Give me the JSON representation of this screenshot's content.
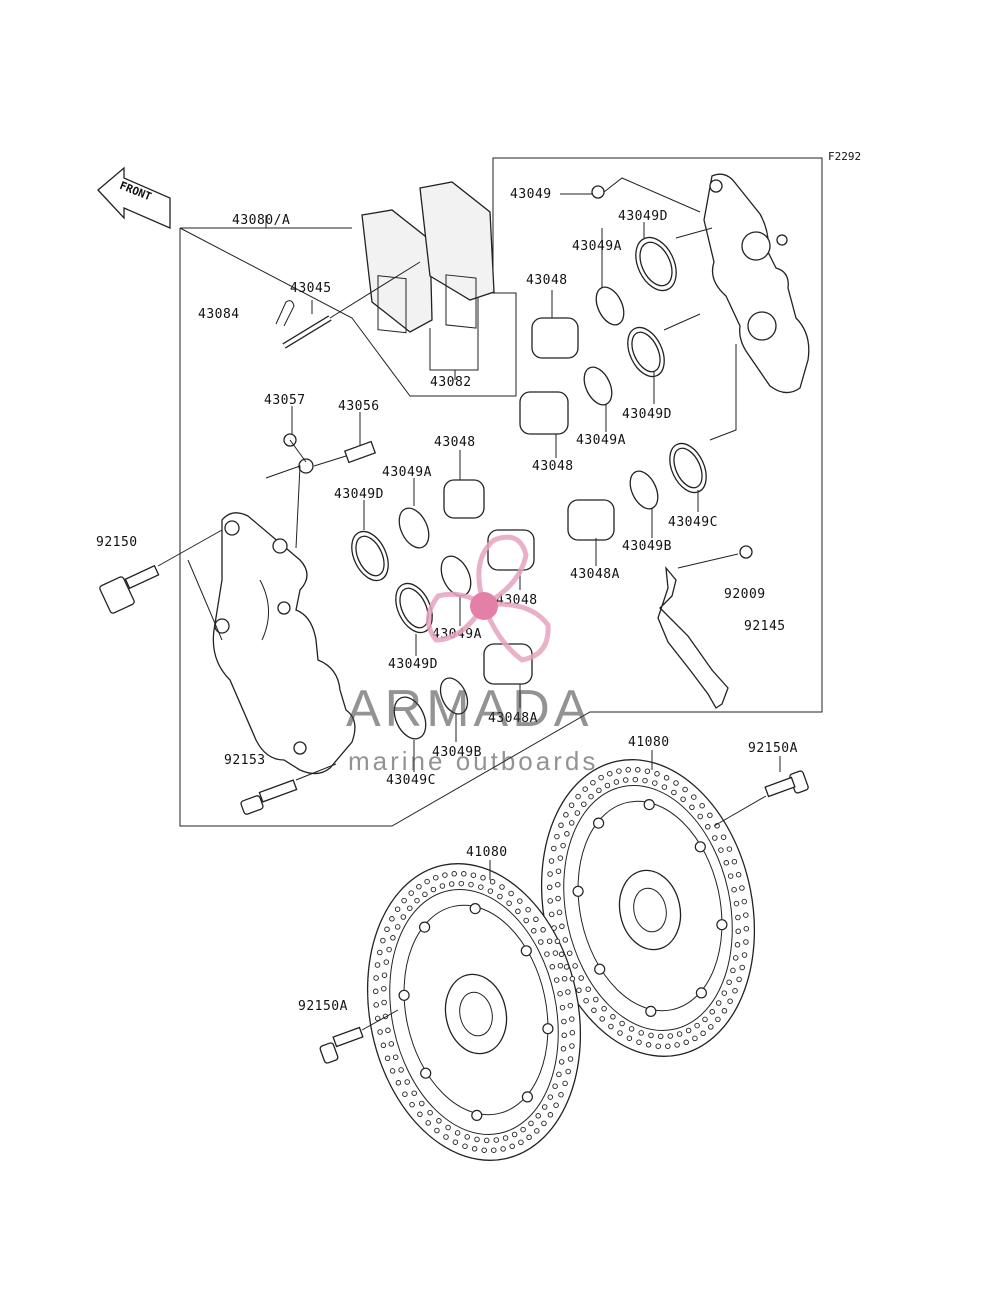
{
  "diagram": {
    "figure_code": "F2292",
    "front_label": "FRONT",
    "labels": {
      "l43080A": "43080/A",
      "l43045": "43045",
      "l43084": "43084",
      "l43082": "43082",
      "l43057": "43057",
      "l43056": "43056",
      "l43048_1": "43048",
      "l43049A_1": "43049A",
      "l43049D_1": "43049D",
      "l92150": "92150",
      "l43049_top": "43049",
      "l43049D_top": "43049D",
      "l43049A_top": "43049A",
      "l43048_top": "43048",
      "l43049D_mid": "43049D",
      "l43049A_mid": "43049A",
      "l43048_mid": "43048",
      "l43049C_right": "43049C",
      "l43049B_right": "43049B",
      "l43048A_right": "43048A",
      "l92009": "92009",
      "l92145": "92145",
      "l43048_center": "43048",
      "l43049A_center": "43049A",
      "l43049D_low": "43049D",
      "l43048A_low": "43048A",
      "l43049B_low": "43049B",
      "l43049C_low": "43049C",
      "l92153": "92153",
      "l41080_right": "41080",
      "l92150A_right": "92150A",
      "l41080_left": "41080",
      "l92150A_left": "92150A"
    }
  },
  "watermark": {
    "brand": "ARMADA",
    "tagline": "marine outboards",
    "logo_color": "#e8a3c0",
    "logo_dot_color": "#e06a9a"
  }
}
